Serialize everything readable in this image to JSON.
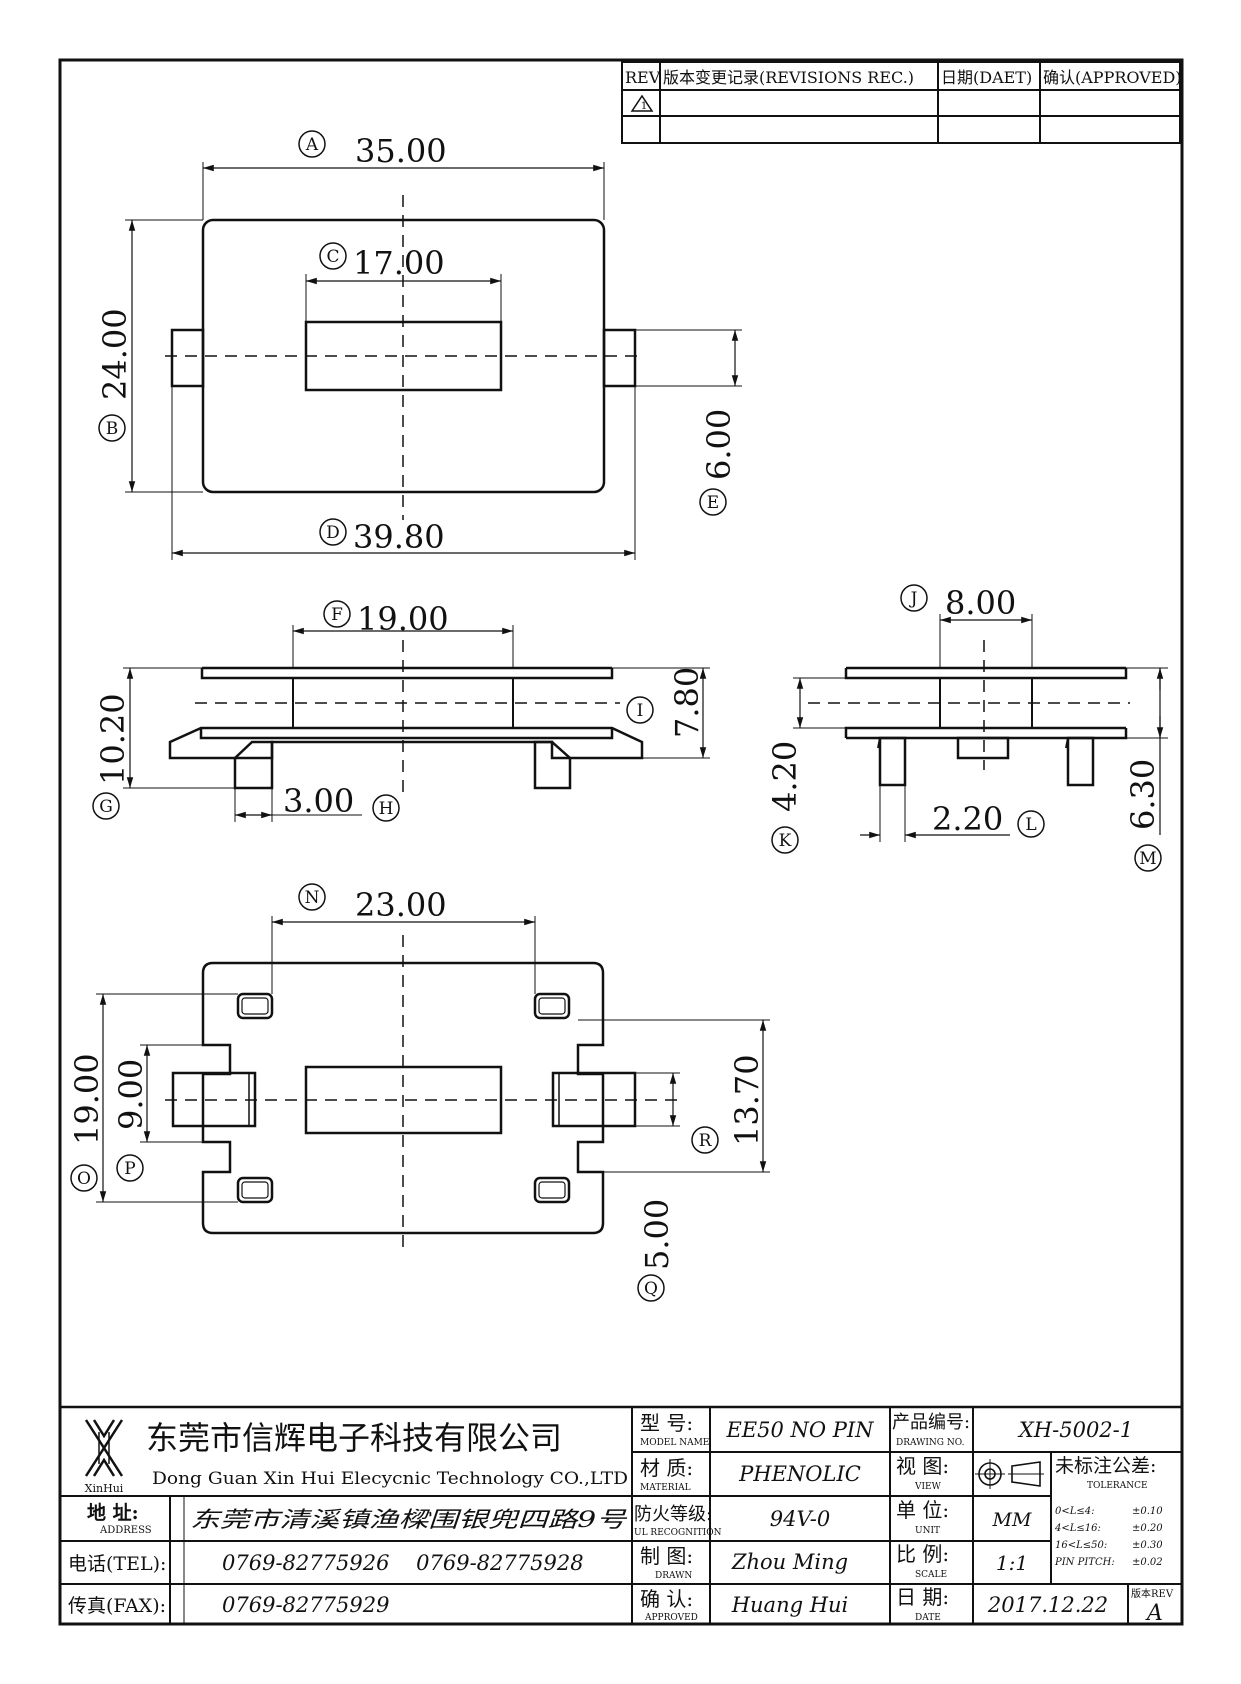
{
  "revision_table": {
    "headers": [
      "REV.",
      "版本变更记录(REVISIONS REC.)",
      "日期(DAET)",
      "确认(APPROVED)"
    ],
    "first_rev_mark": "1"
  },
  "top_view": {
    "labels": {
      "A": {
        "circle": "A",
        "value": "35.00"
      },
      "B": {
        "circle": "B",
        "value": "24.00"
      },
      "C": {
        "circle": "C",
        "value": "17.00"
      },
      "D": {
        "circle": "D",
        "value": "39.80"
      },
      "E": {
        "circle": "E",
        "value": "6.00"
      }
    }
  },
  "front_view": {
    "labels": {
      "F": {
        "circle": "F",
        "value": "19.00"
      },
      "G": {
        "circle": "G",
        "value": "10.20"
      },
      "H": {
        "circle": "H",
        "value": "3.00"
      },
      "I": {
        "circle": "I",
        "value": "7.80"
      }
    }
  },
  "side_view": {
    "labels": {
      "J": {
        "circle": "J",
        "value": "8.00"
      },
      "K": {
        "circle": "K",
        "value": "4.20"
      },
      "L": {
        "circle": "L",
        "value": "2.20"
      },
      "M": {
        "circle": "M",
        "value": "6.30"
      }
    }
  },
  "bottom_view": {
    "labels": {
      "N": {
        "circle": "N",
        "value": "23.00"
      },
      "O": {
        "circle": "O",
        "value": "19.00"
      },
      "P": {
        "circle": "P",
        "value": "9.00"
      },
      "Q": {
        "circle": "Q",
        "value": "5.00"
      },
      "R": {
        "circle": "R",
        "value": "13.70"
      }
    }
  },
  "title_block": {
    "logo_text": "XinHui",
    "company_cn": "东莞市信辉电子科技有限公司",
    "company_en": "Dong Guan Xin Hui Elecycnic Technology CO.,LTD",
    "address_label": "地 址:",
    "address_label_en": "ADDRESS",
    "address_value": "东莞市清溪镇渔樑围银兜四路9号",
    "tel_label": "电话(TEL):",
    "tel_values": "0769-82775926    0769-82775928",
    "fax_label": "传真(FAX):",
    "fax_value": "0769-82775929",
    "model_label": "型 号:",
    "model_label_en": "MODEL NAME",
    "model_value": "EE50 NO PIN",
    "material_label": "材 质:",
    "material_label_en": "MATERIAL",
    "material_value": "PHENOLIC",
    "flame_label": "防火等级:",
    "flame_label_en": "UL RECOGNITION",
    "flame_value": "94V-0",
    "drawn_label": "制 图:",
    "drawn_label_en": "DRAWN",
    "drawn_value": "Zhou Ming",
    "approved_label": "确 认:",
    "approved_label_en": "APPROVED",
    "approved_value": "Huang Hui",
    "drawing_no_label": "产品编号:",
    "drawing_no_label_en": "DRAWING NO.",
    "drawing_no_value": "XH-5002-1",
    "view_label": "视 图:",
    "view_label_en": "VIEW",
    "unit_label": "单 位:",
    "unit_label_en": "UNIT",
    "unit_value": "MM",
    "scale_label": "比 例:",
    "scale_label_en": "SCALE",
    "scale_value": "1:1",
    "date_label": "日 期:",
    "date_label_en": "DATE",
    "date_value": "2017.12.22",
    "tolerance_label": "未标注公差:",
    "tolerance_label_en": "TOLERANCE",
    "tolerances": [
      {
        "range": "0<L≤4:",
        "value": "±0.10"
      },
      {
        "range": "4<L≤16:",
        "value": "±0.20"
      },
      {
        "range": "16<L≤50:",
        "value": "±0.30"
      },
      {
        "range": "PIN PITCH:",
        "value": "±0.02"
      }
    ],
    "rev_label": "版本REV",
    "rev_value": "A"
  }
}
